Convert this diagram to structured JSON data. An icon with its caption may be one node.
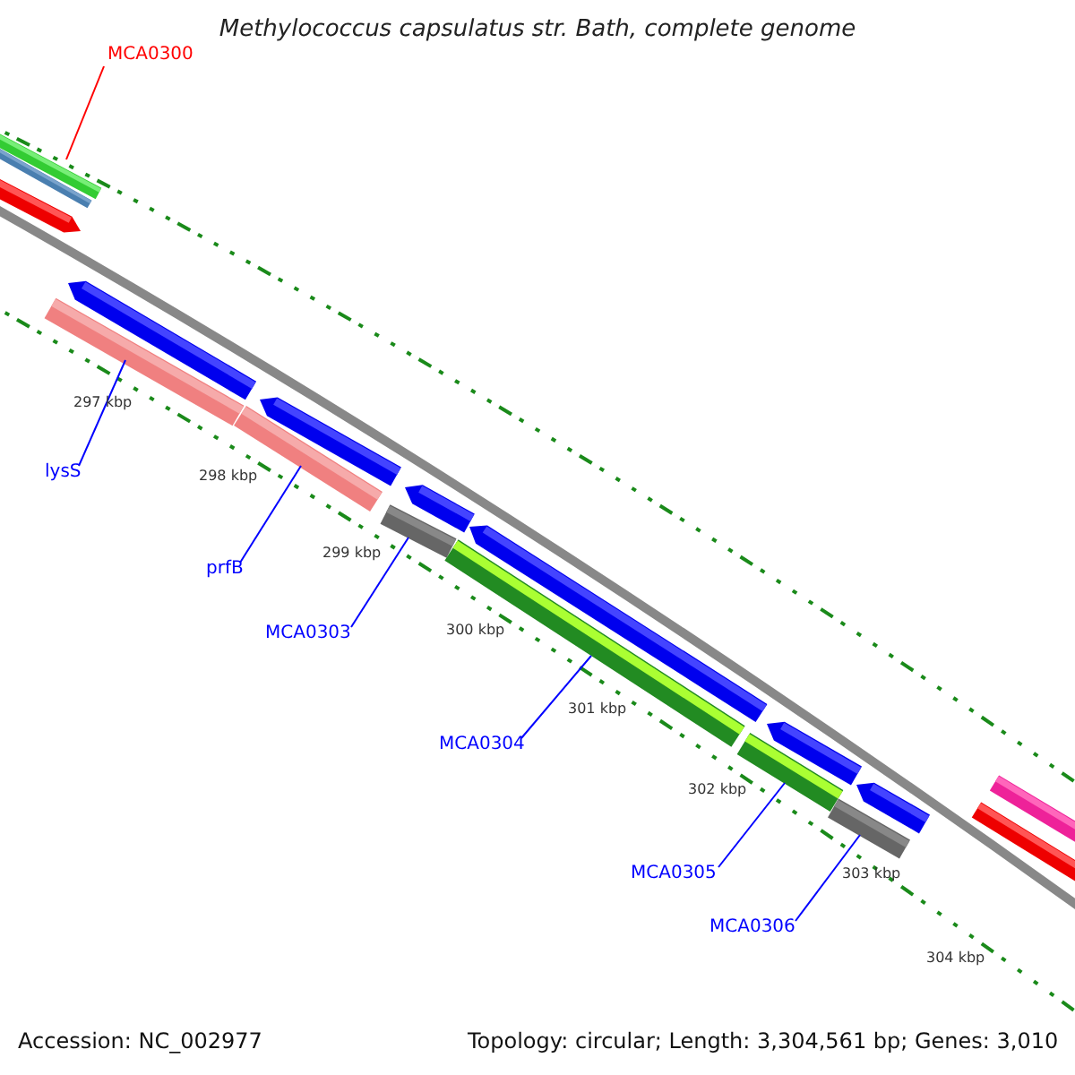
{
  "diagram": {
    "title": "Methylococcus capsulatus str. Bath, complete genome",
    "nodes": [
      {
        "text": [
          "MCA0300"
        ]
      },
      {
        "text": [],
        "shape": "bar"
      },
      {
        "text": [
          "lysS"
        ]
      },
      {
        "text": [],
        "shape": "bar"
      },
      {
        "text": [
          "prfB"
        ]
      },
      {
        "text": [],
        "shape": "bar"
      },
      {
        "text": [
          "MCA0303"
        ]
      },
      {
        "text": [],
        "shape": "bar"
      },
      {
        "text": [
          "MCA0304"
        ]
      },
      {
        "text": [],
        "shape": "bar"
      },
      {
        "text": [
          "MCA0305"
        ]
      },
      {
        "text": [],
        "shape": "bar"
      },
      {
        "text": [
          "MCA0306"
        ]
      },
      {
        "text": [],
        "shape": "bar"
      }
    ],
    "edges": [
      {
        "from": 0,
        "to": 1,
        "arrow": "none",
        "color": "#ff0000"
      },
      {
        "from": 2,
        "to": 3,
        "arrow": "none"
      },
      {
        "from": 4,
        "to": 5,
        "arrow": "none"
      },
      {
        "from": 6,
        "to": 7,
        "arrow": "none"
      },
      {
        "from": 8,
        "to": 9,
        "arrow": "none"
      },
      {
        "from": 10,
        "to": 11,
        "arrow": "none"
      },
      {
        "from": 12,
        "to": 13,
        "arrow": "none"
      }
    ],
    "labels": [
      "297 kbp",
      "298 kbp",
      "299 kbp",
      "300 kbp",
      "301 kbp",
      "302 kbp",
      "303 kbp",
      "304 kbp",
      "Accession: NC_002977",
      "Topology: circular; Length: 3,304,561 bp; Genes: 3,010"
    ]
  }
}
